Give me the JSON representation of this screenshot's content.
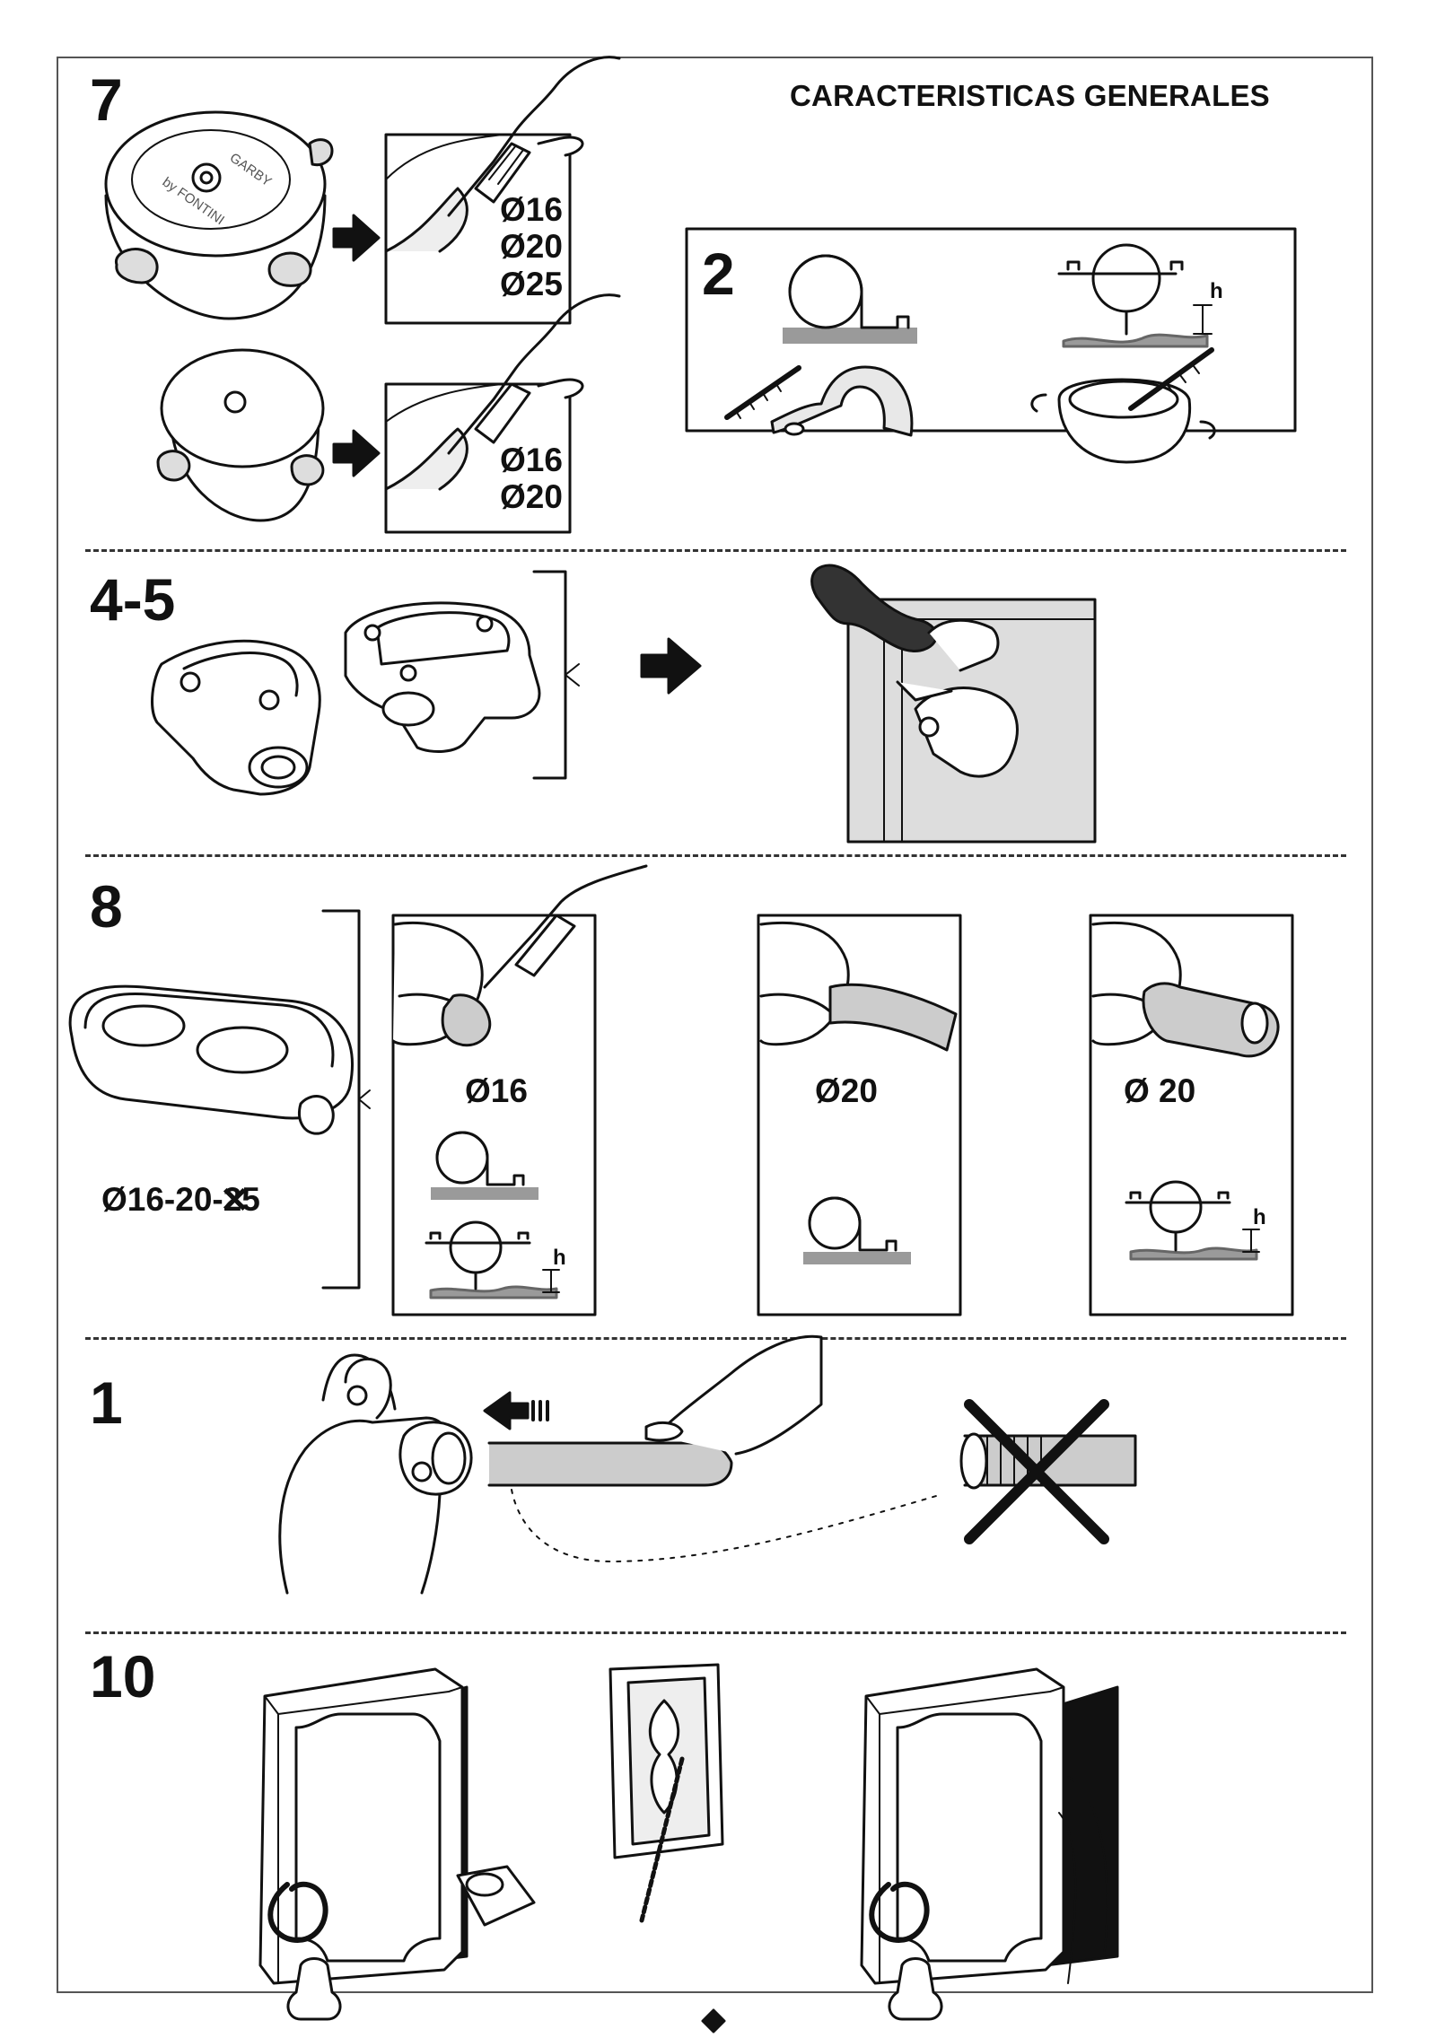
{
  "header": {
    "title": "CARACTERISTICAS GENERALES"
  },
  "sections": {
    "s7": {
      "number": "7",
      "top_sizes": [
        "Ø16",
        "Ø20",
        "Ø25"
      ],
      "bottom_sizes": [
        "Ø16",
        "Ø20"
      ],
      "box_logo_1": "GARBY",
      "box_logo_2": "by FONTINI"
    },
    "s2": {
      "number": "2",
      "h_label": "h"
    },
    "s45": {
      "number": "4-5"
    },
    "s8": {
      "number": "8",
      "plate_sizes": "Ø16-20-",
      "plate_sizes_struck": "25",
      "panel1_size": "Ø16",
      "panel2_size": "Ø20",
      "panel3_size": "Ø 20",
      "h_label": "h"
    },
    "s1": {
      "number": "1"
    },
    "s10": {
      "number": "10"
    }
  },
  "colors": {
    "ink": "#111111",
    "gray_fill": "#9a9a9a",
    "light_gray": "#d8d8d8",
    "mid_gray": "#bdbdbd"
  },
  "icons": [
    "arrow-right-icon",
    "cross-x-icon",
    "push-arrow-icon"
  ]
}
